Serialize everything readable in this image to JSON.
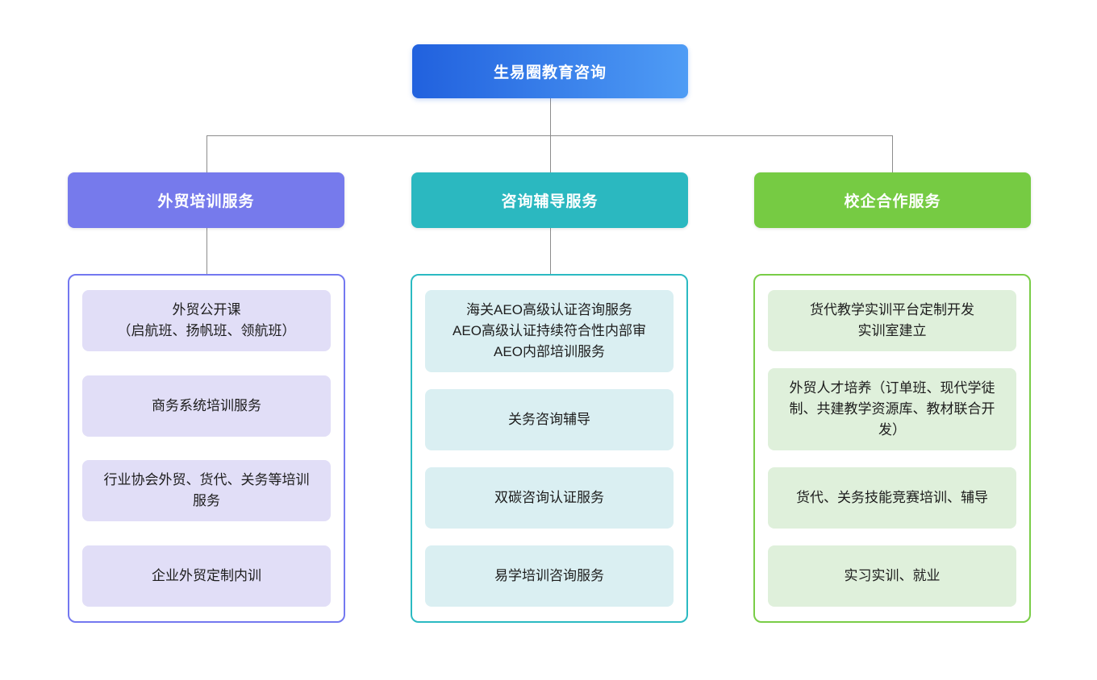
{
  "root": {
    "label": "生易圈教育咨询"
  },
  "branches": [
    {
      "label": "外贸培训服务",
      "items": [
        "外贸公开课\n（启航班、扬帆班、领航班）",
        "商务系统培训服务",
        "行业协会外贸、货代、关务等培训服务",
        "企业外贸定制内训"
      ]
    },
    {
      "label": "咨询辅导服务",
      "items": [
        "海关AEO高级认证咨询服务\nAEO高级认证持续符合性内部审\nAEO内部培训服务",
        "关务咨询辅导",
        "双碳咨询认证服务",
        "易学培训咨询服务"
      ]
    },
    {
      "label": "校企合作服务",
      "items": [
        "货代教学实训平台定制开发\n实训室建立",
        "外贸人才培养（订单班、现代学徒制、共建教学资源库、教材联合开发）",
        "货代、关务技能竞赛培训、辅导",
        "实习实训、就业"
      ]
    }
  ],
  "colors": {
    "root_gradient_start": "#2161de",
    "root_gradient_end": "#4f9cf5",
    "branch_trade_training": "#767aec",
    "branch_trade_training_item_bg": "#e1def7",
    "branch_consulting": "#2bb8c0",
    "branch_consulting_item_bg": "#daeff2",
    "branch_school_enterprise": "#76cb43",
    "branch_school_enterprise_item_bg": "#dff0db",
    "connector_line": "#8c8c8c",
    "item_text": "#1d1d1d",
    "background": "#ffffff"
  }
}
